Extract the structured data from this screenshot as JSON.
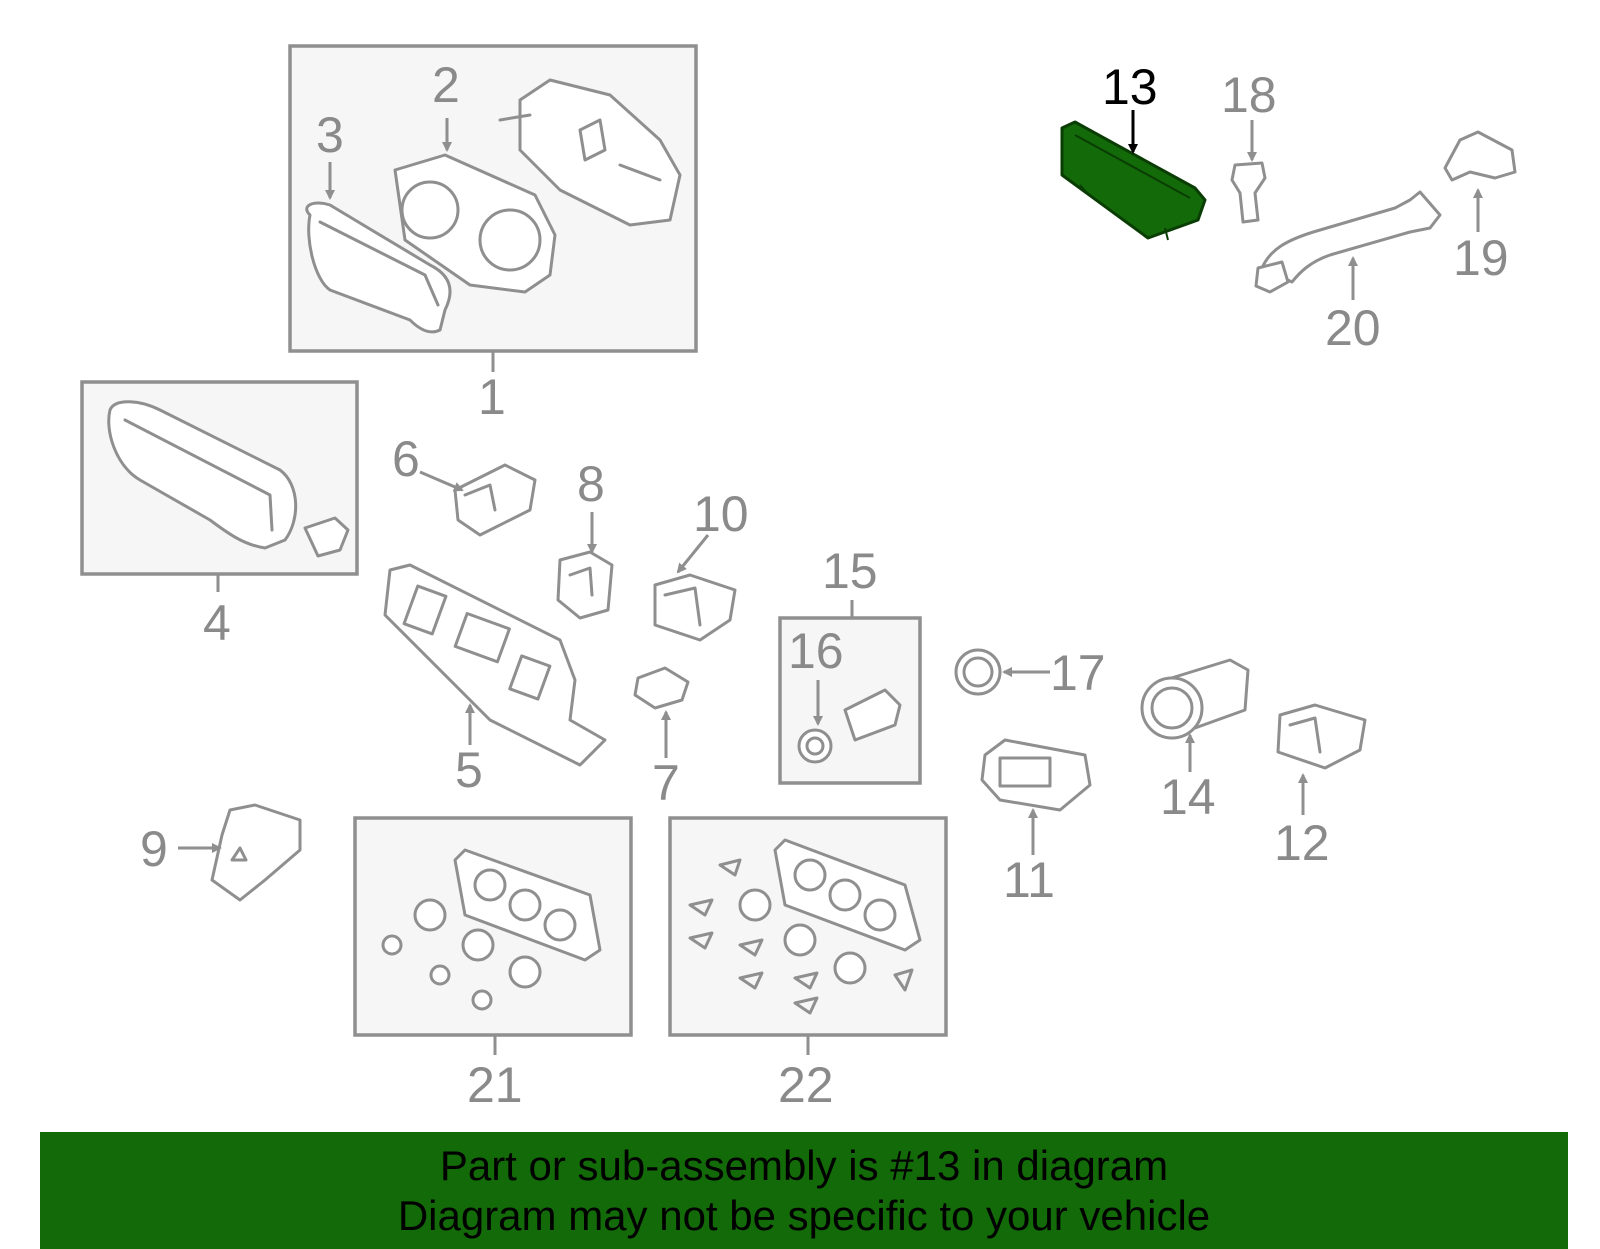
{
  "diagram": {
    "highlight_color": "#136a08",
    "callouts": {
      "c1": "1",
      "c2": "2",
      "c3": "3",
      "c4": "4",
      "c5": "5",
      "c6": "6",
      "c7": "7",
      "c8": "8",
      "c9": "9",
      "c10": "10",
      "c11": "11",
      "c12": "12",
      "c13": "13",
      "c14": "14",
      "c15": "15",
      "c16": "16",
      "c17": "17",
      "c18": "18",
      "c19": "19",
      "c20": "20",
      "c21": "21",
      "c22": "22"
    }
  },
  "banner": {
    "line1": "Part or sub-assembly is #13 in diagram",
    "line2": "Diagram may not be specific to your vehicle",
    "background": "#136a08"
  }
}
